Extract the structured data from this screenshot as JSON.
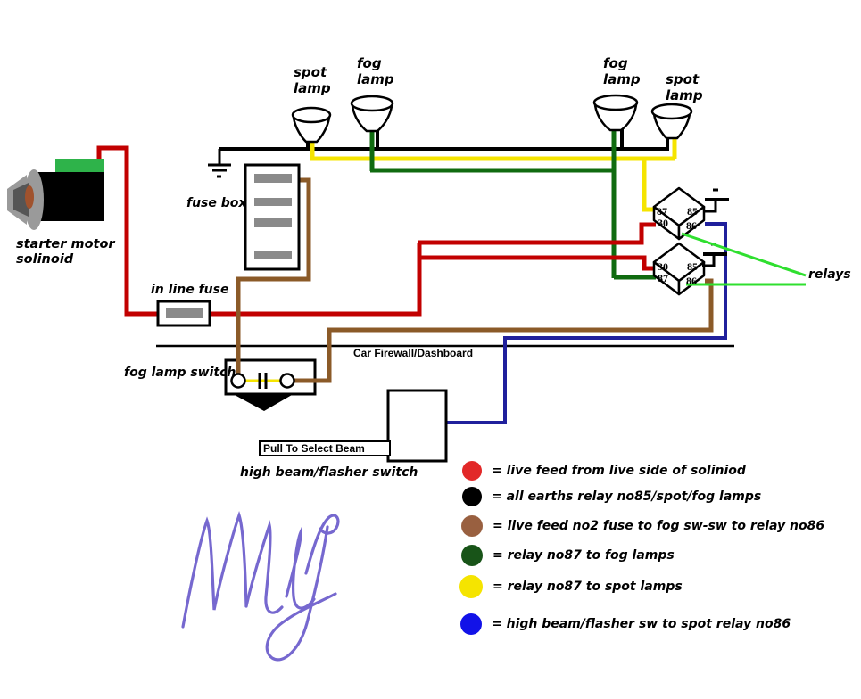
{
  "colors": {
    "red": "#c20000",
    "black": "#000000",
    "yellow": "#f5e400",
    "dark_green": "#106b10",
    "bright_green": "#2fdf2f",
    "brown": "#8b5a28",
    "blue": "#20209c",
    "fuse_gray": "#8a8a8a",
    "solenoid_green": "#2eb34a",
    "horn_gray": "#9a9a9a",
    "horn_dark": "#555555",
    "horn_sienna": "#a0522d",
    "signature_purple": "#7668cf",
    "box_white": "#ffffff"
  },
  "labels": {
    "spot_lamp_left": "spot\nlamp",
    "fog_lamp_left": "fog\nlamp",
    "fog_lamp_right": "fog\nlamp",
    "spot_lamp_right": "spot\nlamp",
    "starter_motor": "starter motor\nsolinoid",
    "fuse_box": "fuse box",
    "in_line_fuse": "in line fuse",
    "fog_lamp_switch": "fog lamp switch",
    "firewall": "Car Firewall/Dashboard",
    "pull_to_select": "Pull To Select Beam",
    "high_beam_switch": "high beam/flasher switch",
    "relays": "relays"
  },
  "relays": {
    "top": {
      "tl": "87",
      "tr": "85",
      "bl": "30",
      "br": "86"
    },
    "bottom": {
      "tl": "30",
      "tr": "85",
      "bl": "87",
      "br": "86"
    }
  },
  "legend": [
    {
      "color": "#e22828",
      "text": "= live feed from live side of soliniod"
    },
    {
      "color": "#000000",
      "text": "= all earths relay no85/spot/fog lamps"
    },
    {
      "color": "#996040",
      "text": "= live feed no2 fuse to fog sw-sw to relay no86"
    },
    {
      "color": "#185418",
      "text": "= relay no87 to fog lamps"
    },
    {
      "color": "#f5e400",
      "text": "= relay no87 to spot lamps"
    },
    {
      "color": "#1212e8",
      "text": "= high beam/flasher sw to spot relay no86"
    }
  ]
}
